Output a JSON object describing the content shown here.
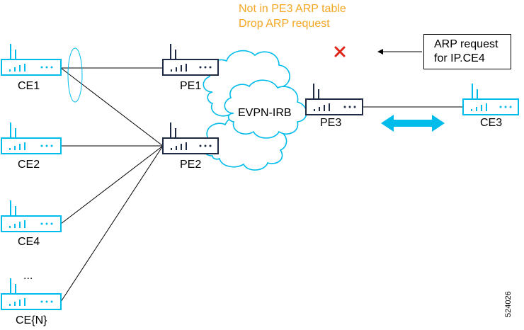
{
  "nodes": {
    "ce1": "CE1",
    "ce2": "CE2",
    "ce4": "CE4",
    "cen": "CE{N}",
    "ce_ellipsis": "...",
    "pe1": "PE1",
    "pe2": "PE2",
    "pe3": "PE3",
    "ce3": "CE3"
  },
  "cloud_label": "EVPN-IRB",
  "warning": {
    "line1": "Not in PE3 ARP table",
    "line2": "Drop ARP request"
  },
  "callout": {
    "line1": "ARP request",
    "line2": "for IP.CE4"
  },
  "figure_number": "524026",
  "colors": {
    "ce_device": "#00bceb",
    "pe_device": "#1f2a44",
    "cloud_outline": "#00bceb",
    "warning_text": "#f5a623",
    "drop_mark": "#e2231a",
    "arrow_fill": "#00bceb"
  }
}
